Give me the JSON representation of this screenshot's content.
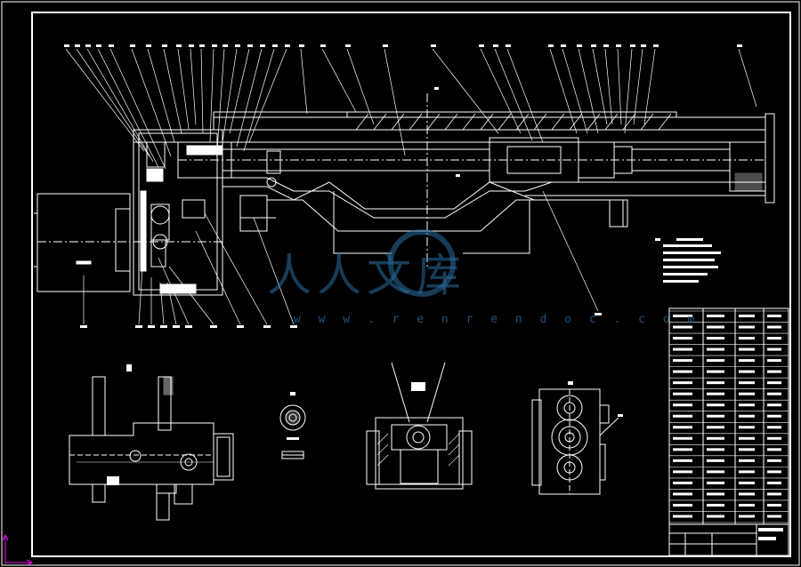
{
  "drawing": {
    "background": "#000000",
    "line_color": "#ffffff",
    "accent_color": "#ff00ff"
  },
  "watermark": {
    "text": "人人文库",
    "url": "w w w . r e n r e n d o c . c o m",
    "color": "#286ea0"
  },
  "title_block": {
    "rows": 19
  }
}
